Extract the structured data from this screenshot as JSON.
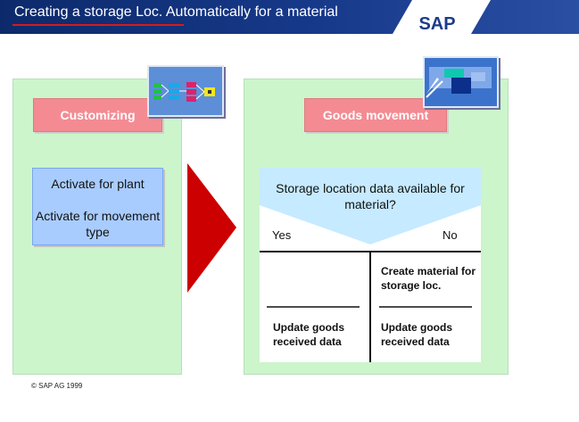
{
  "header": {
    "title": "Creating a storage Loc. Automatically for a material",
    "logo": "SAP"
  },
  "left_panel": {
    "heading": "Customizing",
    "icon": "process-flow-icon",
    "activate_plant": "Activate for plant",
    "activate_movement": "Activate for movement type"
  },
  "arrow": {
    "icon": "red-triangle-arrow-icon",
    "color": "#cc0000"
  },
  "right_panel": {
    "heading": "Goods movement",
    "icon": "goods-movement-icon",
    "question": "Storage location data available for material?",
    "yes": "Yes",
    "no": "No",
    "create_material": "Create material for storage loc.",
    "update_left": "Update goods received data",
    "update_right": "Update goods received data"
  },
  "footer": {
    "copyright": "© SAP AG 1999"
  },
  "colors": {
    "header": "#17398a",
    "panel": "#ccf5cc",
    "heading_box": "#f48b92",
    "activate_box": "#a9ccff",
    "question_band": "#c6eaff"
  }
}
